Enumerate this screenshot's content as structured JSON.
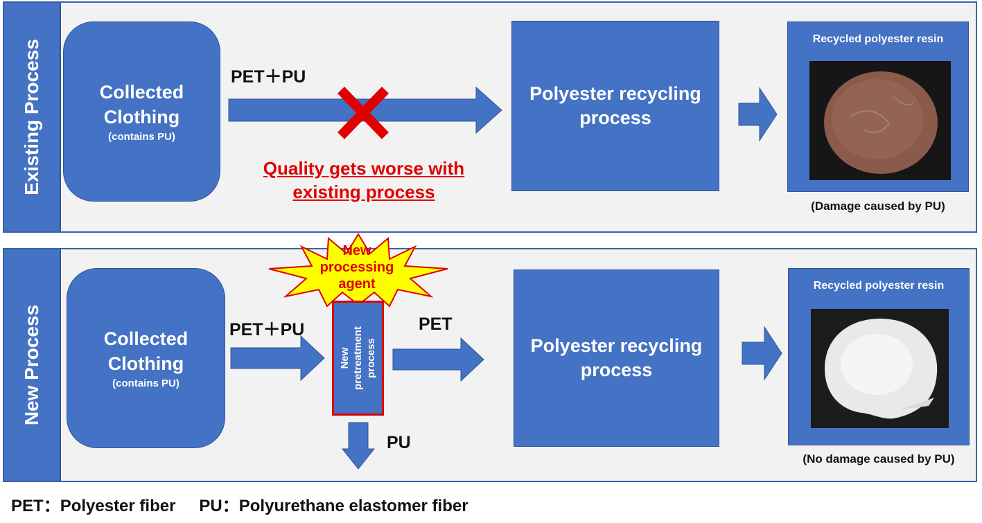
{
  "existing": {
    "side_label": "Existing  Process",
    "source_title": "Collected\nClothing",
    "source_sub": "(contains PU)",
    "flow_label": "PET＋PU",
    "warning": "Quality gets worse with\nexisting process",
    "recycle_title": "Polyester recycling\nprocess",
    "result_title": "Recycled polyester resin",
    "result_caption": "(Damage caused by PU)"
  },
  "new": {
    "side_label": "New Process",
    "source_title": "Collected\nClothing",
    "source_sub": "(contains PU)",
    "flow_label_in": "PET＋PU",
    "burst_text": "New\nprocessing\nagent",
    "pretreat_label": "New\npretreatment\nprocess",
    "flow_label_out": "PET",
    "flow_label_down": "PU",
    "recycle_title": "Polyester recycling\nprocess",
    "result_title": "Recycled polyester resin",
    "result_caption": "(No damage caused by PU)"
  },
  "legend": {
    "pet_abbr": "PET",
    "pet_sep": "：",
    "pet_def": "Polyester fiber",
    "pu_abbr": "PU",
    "pu_sep": "：",
    "pu_def": "Polyurethane elastomer fiber"
  },
  "colors": {
    "box_blue": "#4472c4",
    "warning_red": "#e00000",
    "burst_yellow": "#ffff00",
    "panel_bg": "#f2f2f2"
  }
}
